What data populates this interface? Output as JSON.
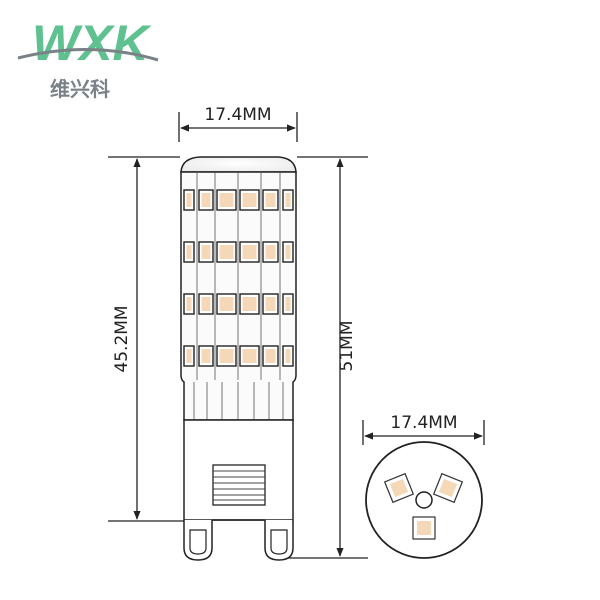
{
  "logo": {
    "brand_latin": "WXK",
    "brand_chinese": "维兴科",
    "color_green": "#5fc090",
    "color_gray": "#7a8288"
  },
  "dimensions": {
    "top_width": "17.4MM",
    "body_height": "45.2MM",
    "total_height": "51MM",
    "end_view_diameter": "17.4MM"
  },
  "colors": {
    "line": "#222222",
    "led": "#f5d8b8",
    "glow": "#f2f2f2"
  }
}
